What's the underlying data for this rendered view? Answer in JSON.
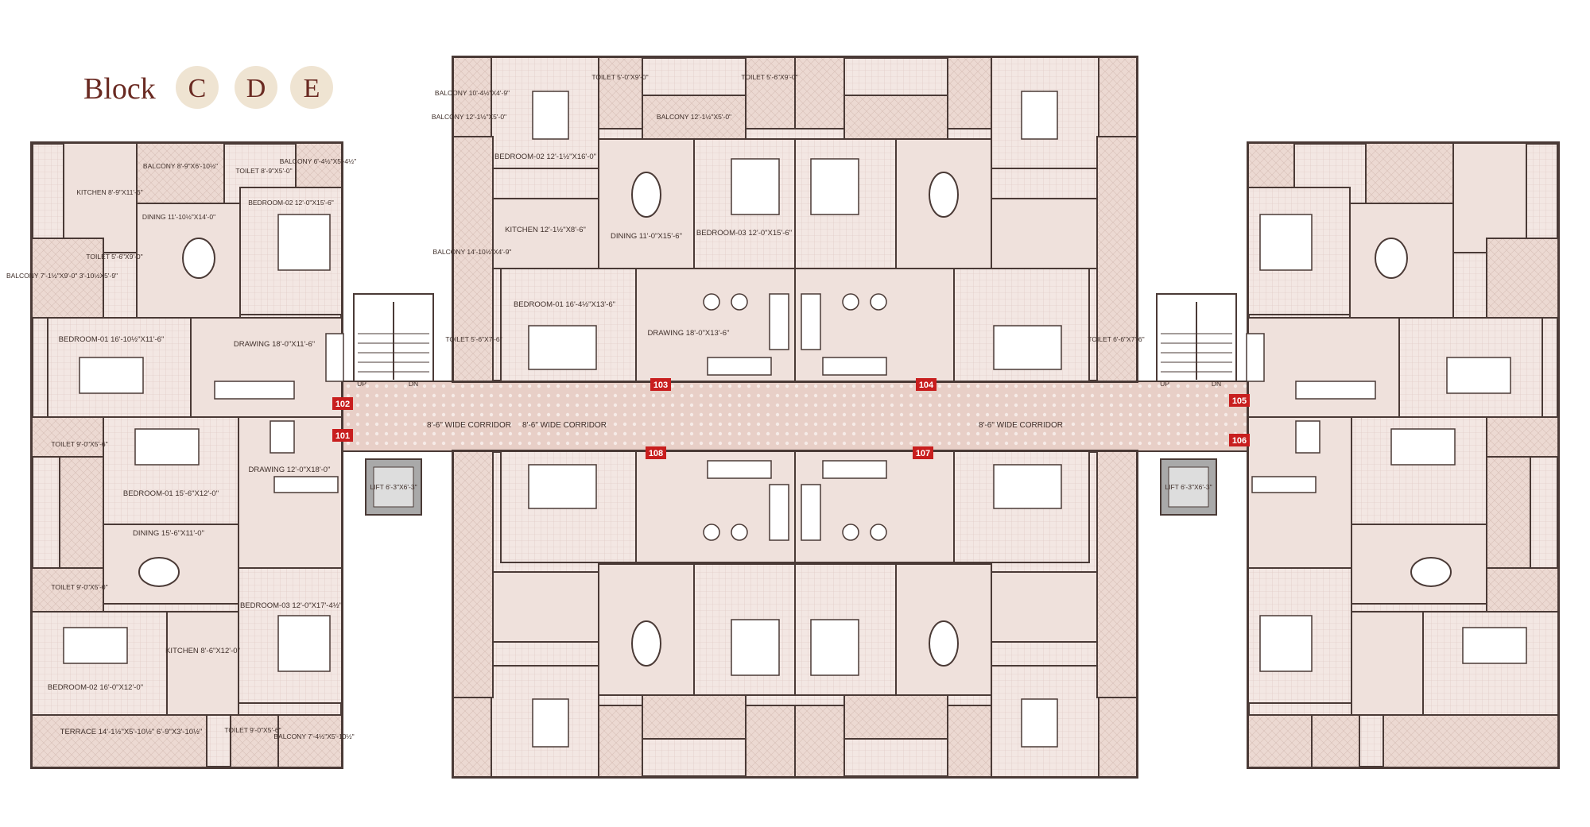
{
  "title": "Block",
  "blocks": [
    "C",
    "D",
    "E"
  ],
  "colors": {
    "wall": "#4a3a36",
    "room": "#efe1dc",
    "tile": "#e4cdc5",
    "badge": "#efe4d2",
    "accent": "#6a2a22",
    "unit_number": "#c81e1e",
    "lift": "#a9a9a9"
  },
  "units": [
    "101",
    "102",
    "103",
    "104",
    "105",
    "106",
    "107",
    "108"
  ],
  "corridors": [
    "8'-6\" WIDE CORRIDOR",
    "8'-6\" WIDE CORRIDOR",
    "8'-6\" WIDE CORRIDOR"
  ],
  "lifts": [
    "LIFT 6'-3\"X6'-3\"",
    "LIFT 6'-3\"X6'-3\""
  ],
  "stairs": {
    "up": "UP",
    "dn": "DN"
  },
  "rooms": [
    "BALCONY 8'-9\"X6'-10½\"",
    "KITCHEN 8'-9\"X11'-6\"",
    "TOILET 8'-9\"X5'-0\"",
    "BALCONY 6'-4½\"X5'-4½\"",
    "DINING 11'-10½\"X14'-0\"",
    "BEDROOM-02 12'-0\"X15'-6\"",
    "TOILET 5'-6\"X9'-0\"",
    "BALCONY 7'-1½\"X9'-0\" 3'-10½X5'-9\"",
    "DRAWING 18'-0\"X11'-6\"",
    "BEDROOM-01 16'-10½\"X11'-6\"",
    "TOILET 9'-0\"X5'-6\"",
    "BEDROOM-01 15'-6\"X12'-0\"",
    "DRAWING 12'-0\"X18'-0\"",
    "BALCONY 12'-1½\"X5'-0\"",
    "DINING 15'-6\"X11'-0\"",
    "TOILET 9'-0\"X5'-0\"",
    "BEDROOM-03 12'-0\"X17'-4½\"",
    "KITCHEN 8'-6\"X12'-0\"",
    "BEDROOM-02 16'-0\"X12'-0\"",
    "TERRACE 14'-1½\"X5'-10½\" 6'-9\"X3'-10½\"",
    "TOILET 9'-0\"X5'-6\"",
    "BALCONY 7'-4½\"X5'-10½\"",
    "BALCONY 10'-4½\"X4'-9\"",
    "TOILET 5'-0\"X9'-0\"",
    "BEDROOM-02 12'-1½\"X16'-0\"",
    "TOILET 5'-6\"X9'-0\"",
    "BALCONY 12'-1½\"X5'-0\"",
    "DINING 11'-0\"X15'-6\"",
    "BEDROOM-03 12'-0\"X15'-6\"",
    "KITCHEN 12'-1½\"X8'-6\"",
    "BALCONY 14'-10½\"X4'-9\"",
    "BEDROOM-01 16'-4½\"X13'-6\"",
    "DRAWING 18'-0\"X13'-6\"",
    "TOILET 5'-6\"X7'-6\"",
    "TOILET 6'-6\"X7'-6\""
  ]
}
